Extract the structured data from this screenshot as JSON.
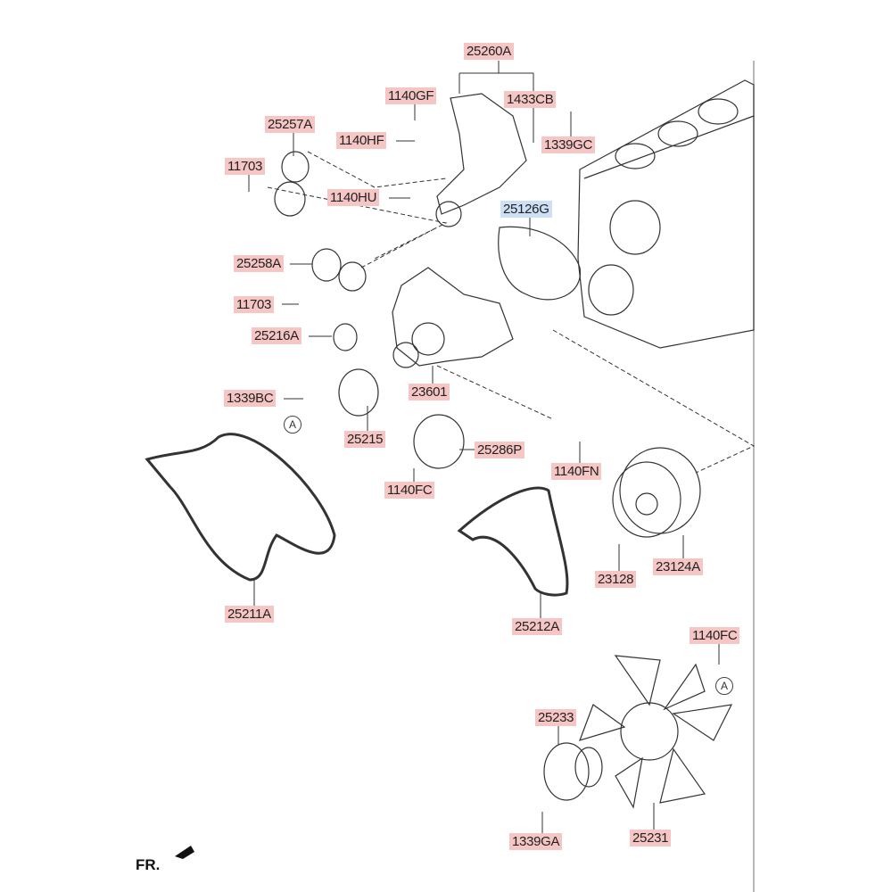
{
  "labels": [
    {
      "id": "25260A",
      "part": "25260A"
    },
    {
      "id": "1140GF",
      "part": "1140GF"
    },
    {
      "id": "1433CB",
      "part": "1433CB"
    },
    {
      "id": "25257A",
      "part": "25257A"
    },
    {
      "id": "1140HF",
      "part": "1140HF"
    },
    {
      "id": "1339GC",
      "part": "1339GC"
    },
    {
      "id": "11703a",
      "part": "11703"
    },
    {
      "id": "1140HU",
      "part": "1140HU"
    },
    {
      "id": "25126G",
      "part": "25126G"
    },
    {
      "id": "25258A",
      "part": "25258A"
    },
    {
      "id": "11703b",
      "part": "11703"
    },
    {
      "id": "25216A",
      "part": "25216A"
    },
    {
      "id": "1339BC",
      "part": "1339BC"
    },
    {
      "id": "25215",
      "part": "25215"
    },
    {
      "id": "23601",
      "part": "23601"
    },
    {
      "id": "25286P",
      "part": "25286P"
    },
    {
      "id": "1140FN",
      "part": "1140FN"
    },
    {
      "id": "1140FCa",
      "part": "1140FC"
    },
    {
      "id": "23128",
      "part": "23128"
    },
    {
      "id": "23124A",
      "part": "23124A"
    },
    {
      "id": "25211A",
      "part": "25211A"
    },
    {
      "id": "25212A",
      "part": "25212A"
    },
    {
      "id": "1140FCb",
      "part": "1140FC"
    },
    {
      "id": "25233",
      "part": "25233"
    },
    {
      "id": "1339GA",
      "part": "1339GA"
    },
    {
      "id": "25231",
      "part": "25231"
    }
  ],
  "markers": {
    "ref_a": "A"
  },
  "direction": "FR.",
  "colors": {
    "label_bg": "#f5c6c4",
    "highlight_bg": "#cde0f6"
  }
}
